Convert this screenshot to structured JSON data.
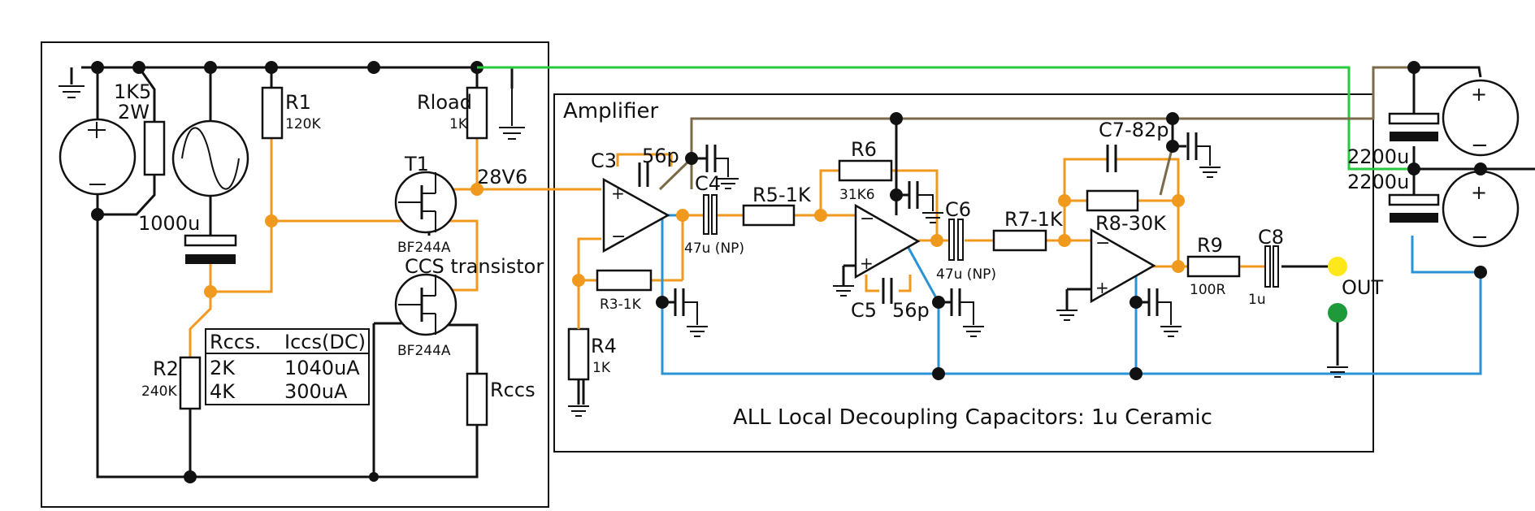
{
  "sections": {
    "amplifier_title": "Amplifier"
  },
  "notes": {
    "decoupling": "ALL Local Decoupling Capacitors: 1u Ceramic"
  },
  "supply": {
    "r_1k5_name": "1K5",
    "r_1k5_power": "2W",
    "c_1000u": "1000u",
    "r1_name": "R1",
    "r1_value": "120K",
    "r2_name": "R2",
    "r2_value": "240K",
    "rload_name": "Rload",
    "rload_value": "1K",
    "t1_name": "T1",
    "t1_part": "BF244A",
    "node_voltage": "28V6",
    "ccs_label": "CCS transistor",
    "ccs_part": "BF244A",
    "rccs_name": "Rccs"
  },
  "ccs_table": {
    "headers": [
      "Rccs.",
      "Iccs(DC)"
    ],
    "rows": [
      [
        "2K",
        "1040uA"
      ],
      [
        "4K",
        "300uA"
      ]
    ]
  },
  "amplifier": {
    "c3_name": "C3",
    "c3_value": "56p",
    "c4_name": "C4",
    "c4_value": "47u (NP)",
    "r5": "R5-1K",
    "r3": "R3-1K",
    "r4_name": "R4",
    "r4_value": "1K",
    "r6_name": "R6",
    "r6_value": "31K6",
    "c5_name": "C5",
    "c5_value": "56p",
    "c6_name": "C6",
    "c6_value": "47u (NP)",
    "r7": "R7-1K",
    "c7": "C7-82p",
    "r8": "R8-30K",
    "r9_name": "R9",
    "r9_value": "100R",
    "c8_name": "C8",
    "c8_value": "1u",
    "out_label": "OUT"
  },
  "power": {
    "c_top": "2200u",
    "c_bottom": "2200u"
  },
  "colors": {
    "wire": "#111111",
    "signal": "#ef9a1e",
    "ground_bus": "#2a93d5",
    "supply_bus": "#27c93f",
    "rail": "#7a6a48",
    "out_dot": "#ffe81a",
    "out_ground_dot": "#1e9a3a"
  }
}
